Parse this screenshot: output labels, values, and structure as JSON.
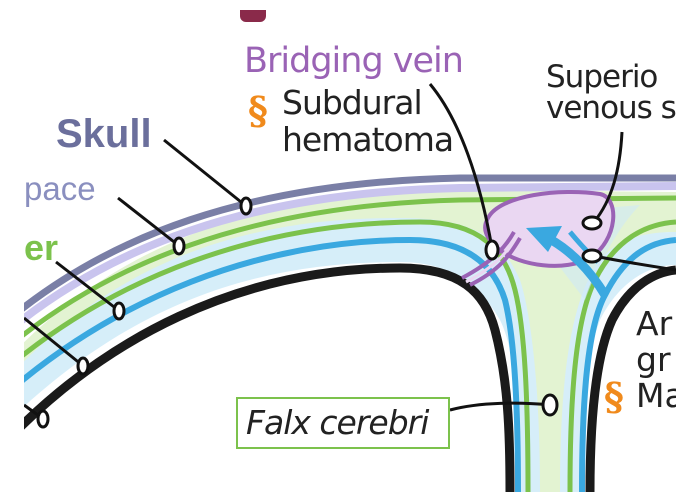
{
  "labels": {
    "skull": "Skull",
    "space": "pace",
    "mater": "er",
    "bridging_vein": "Bridging vein",
    "subdural_line1": "Subdural",
    "subdural_line2": "hematoma",
    "superior_line1": "Superio",
    "superior_line2": "venous s",
    "arach_line1": "Ar",
    "arach_line2": "gr",
    "arach_line3": "Ma",
    "falx": "Falx cerebri"
  },
  "icons": {
    "pathology": "orange-pathology-icon"
  },
  "colors": {
    "skull": "#6b6f9c",
    "space": "#8a8fbf",
    "dura": "#7cc24c",
    "arachnoid": "#3aa8e0",
    "pia_fill": "#d6eef9",
    "vein": "#9a63b5",
    "vein_fill": "#ead7f2",
    "label_text": "#222222",
    "pathology_icon": "#f08a1c"
  }
}
